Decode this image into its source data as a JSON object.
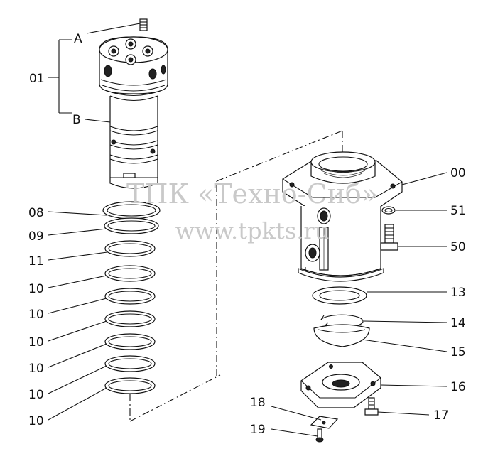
{
  "watermark": {
    "line1": "ТПК «Техно-Сиб»",
    "line2": "www.tpkts.ru"
  },
  "callouts": {
    "c01": "01",
    "cA": "A",
    "cB": "B",
    "c08": "08",
    "c09": "09",
    "c11": "11",
    "c10_1": "10",
    "c10_2": "10",
    "c10_3": "10",
    "c10_4": "10",
    "c10_5": "10",
    "c10_6": "10",
    "c00": "00",
    "c51": "51",
    "c50": "50",
    "c13": "13",
    "c14": "14",
    "c15": "15",
    "c16": "16",
    "c17": "17",
    "c18": "18",
    "c19": "19"
  }
}
